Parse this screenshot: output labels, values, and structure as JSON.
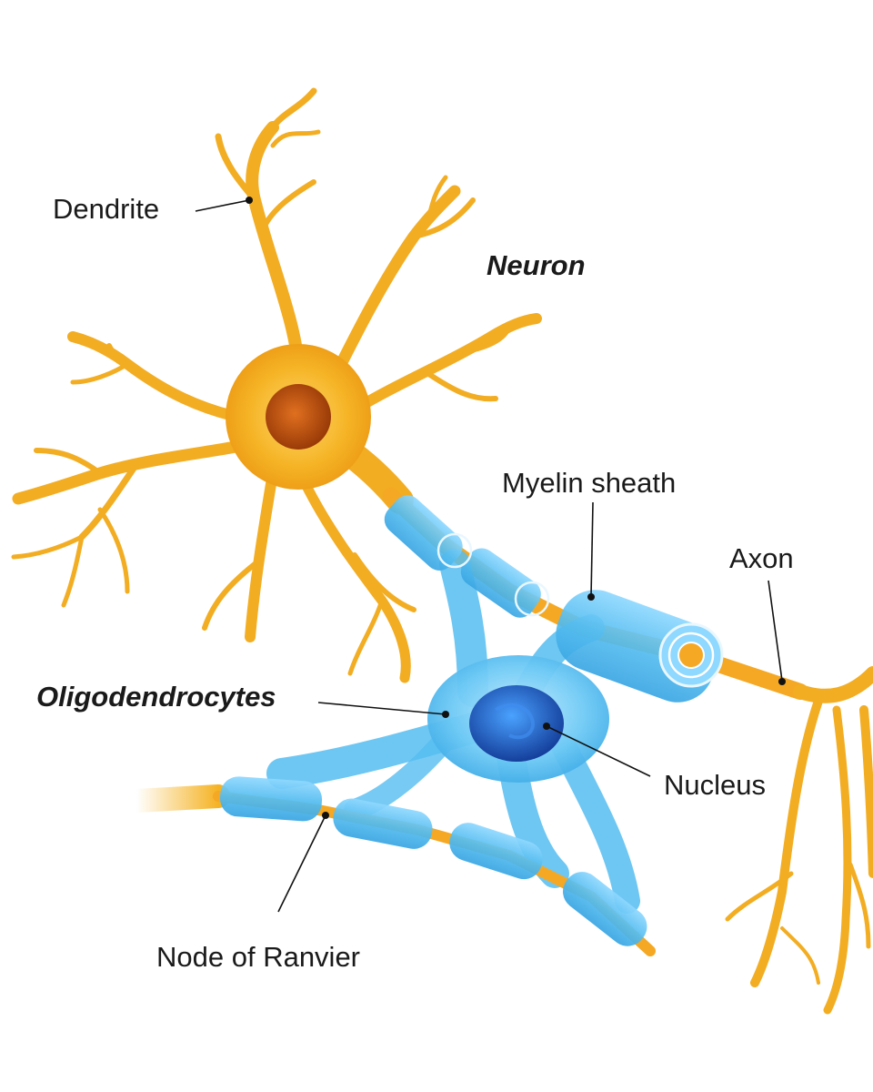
{
  "diagram": {
    "colors": {
      "background": "#ffffff",
      "neuron": "#f5b324",
      "neuron_dark": "#e79a14",
      "nucleus": "#c2500f",
      "glia": "#5cc2f2",
      "glia_dark": "#2f9fe0",
      "glia_nucleus": "#1f5fc4",
      "label": "#1a1a1a"
    },
    "labels": {
      "dendrite": "Dendrite",
      "neuron": "Neuron",
      "myelin_sheath": "Myelin sheath",
      "axon": "Axon",
      "oligodendrocytes": "Oligodendrocytes",
      "nucleus": "Nucleus",
      "node_of_ranvier": "Node of Ranvier"
    }
  }
}
